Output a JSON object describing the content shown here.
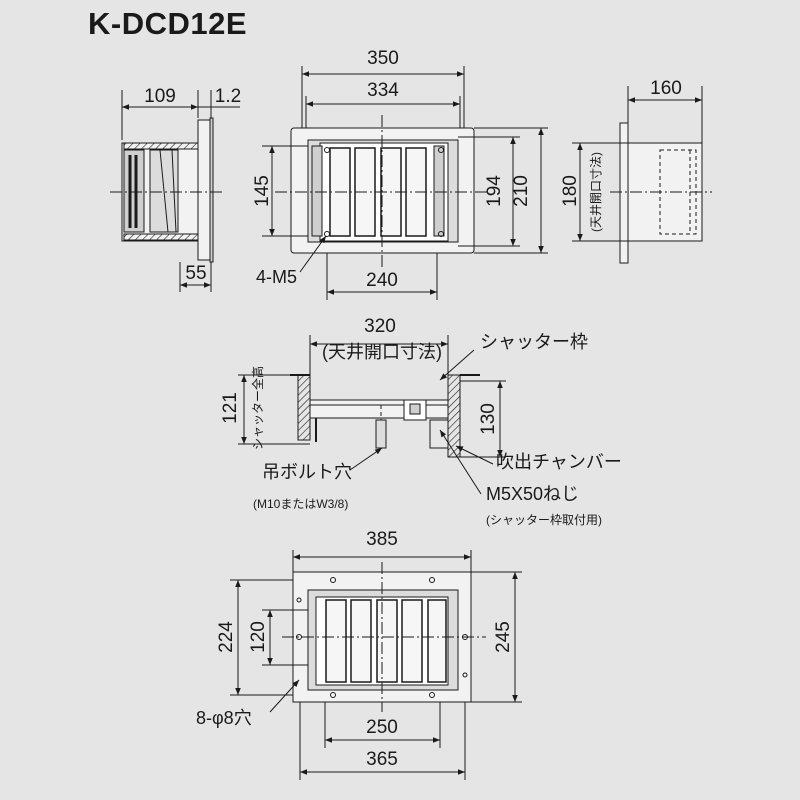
{
  "title": "K-DCD12E",
  "side_view": {
    "d_109": "109",
    "d_1_2": "1.2",
    "d_55": "55"
  },
  "front_view": {
    "d_350": "350",
    "d_334": "334",
    "d_145": "145",
    "d_194": "194",
    "d_210": "210",
    "d_240": "240",
    "d_4m5": "4-M5"
  },
  "right_view": {
    "d_160": "160",
    "d_180": "180",
    "opening_note": "(天井開口寸法)"
  },
  "section_view": {
    "d_320": "320",
    "opening_note": "(天井開口寸法)",
    "shutter_frame": "シャッター枠",
    "d_121": "121",
    "shutter_full_height": "シャッター全高",
    "d_130": "130",
    "hanging_bolt": "吊ボルト穴",
    "hanging_bolt_spec": "(M10またはW3/8)",
    "chamber": "吹出チャンバー",
    "screw": "M5X50ねじ",
    "screw_note": "(シャッター枠取付用)"
  },
  "bottom_view": {
    "d_385": "385",
    "d_224": "224",
    "d_120": "120",
    "d_245": "245",
    "d_8holes": "8-φ8穴",
    "d_250": "250",
    "d_365": "365"
  },
  "colors": {
    "background": "#e5e5e5",
    "line": "#1a1a1a",
    "panel": "#f2f2f2",
    "frame": "#cfcfcf"
  }
}
